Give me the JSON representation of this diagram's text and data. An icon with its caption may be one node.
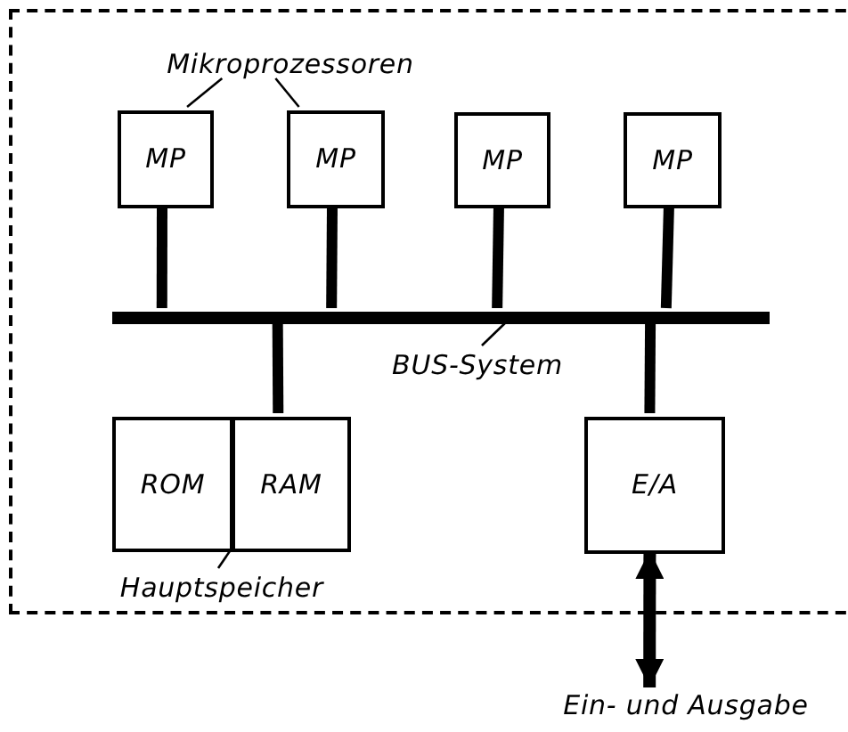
{
  "diagram": {
    "nodes": [
      {
        "text": [],
        "shape": "box"
      },
      {
        "text": [
          "Mikroprozessoren"
        ],
        "in": 0
      },
      {
        "text": [
          "MP"
        ],
        "in": 0
      },
      {
        "text": [
          "MP"
        ],
        "in": 0
      },
      {
        "text": [
          "MP"
        ],
        "in": 0
      },
      {
        "text": [
          "MP"
        ],
        "in": 0
      },
      {
        "text": [],
        "shape": "bar",
        "in": 0
      },
      {
        "text": [
          "BUS-System"
        ],
        "in": 0
      },
      {
        "text": [
          "ROM"
        ],
        "in": 0
      },
      {
        "text": [
          "RAM"
        ],
        "in": 0
      },
      {
        "text": [
          "Hauptspeicher"
        ],
        "in": 0
      },
      {
        "text": [
          "E/A"
        ],
        "in": 0
      },
      {
        "text": [
          "Ein- und Ausgabe"
        ]
      }
    ],
    "edges": [
      {
        "from": 1,
        "to": 2,
        "arrow": "none"
      },
      {
        "from": 1,
        "to": 3,
        "arrow": "none"
      },
      {
        "from": 2,
        "to": 6,
        "arrow": "none"
      },
      {
        "from": 3,
        "to": 6,
        "arrow": "none"
      },
      {
        "from": 4,
        "to": 6,
        "arrow": "none"
      },
      {
        "from": 5,
        "to": 6,
        "arrow": "none"
      },
      {
        "from": 7,
        "to": 6,
        "arrow": "none"
      },
      {
        "from": 6,
        "to": 9,
        "arrow": "none"
      },
      {
        "from": 6,
        "to": 11,
        "arrow": "none"
      },
      {
        "from": 10,
        "to": 9,
        "arrow": "none"
      },
      {
        "from": 11,
        "to": 12,
        "arrow": "both"
      }
    ]
  }
}
